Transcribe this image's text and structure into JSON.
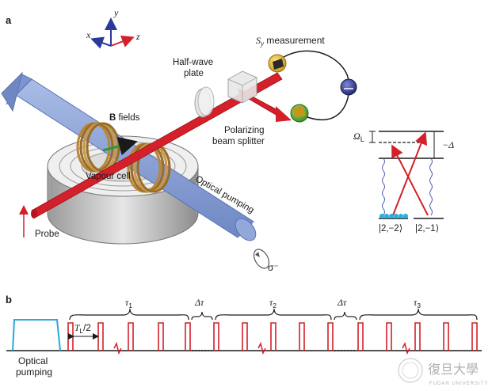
{
  "panel_a": {
    "label": "a",
    "axes": {
      "y": "y",
      "x": "x",
      "z": "z"
    },
    "sy_measurement": {
      "symbol": "S",
      "subscript": "y",
      "text": " measurement"
    },
    "half_wave_plate": [
      "Half-wave",
      "plate"
    ],
    "b_fields": {
      "bold": "B",
      "rest": " fields"
    },
    "polarizing_beam_splitter": [
      "Polarizing",
      "beam splitter"
    ],
    "vapour_cell": "Vapour cell",
    "optical_pumping": "Optical pumping",
    "probe": "Probe",
    "sigma_minus": "σ⁻",
    "levels": {
      "omega_l": "Ω",
      "omega_sub": "L",
      "minus_delta": "−Δ",
      "ket_left": "|2,−2⟩",
      "ket_right": "|2,−1⟩"
    }
  },
  "panel_b": {
    "label": "b",
    "optical_pumping": [
      "Optical",
      "pumping"
    ],
    "half_period": {
      "symbol": "T",
      "subscript": "L",
      "text": "/2"
    },
    "tau1": {
      "symbol": "τ",
      "subscript": "1"
    },
    "dtau1": "Δτ",
    "tau2": {
      "symbol": "τ",
      "subscript": "2"
    },
    "dtau2": "Δτ",
    "tau3": {
      "symbol": "τ",
      "subscript": "3"
    }
  },
  "watermark": {
    "text": "復旦大學",
    "subtext": "FUDAN UNIVERSITY"
  },
  "colors": {
    "laser": "#d4202a",
    "pump_beam": "#8fa6d8",
    "coil": "#b8863a",
    "cell_gray": "#c8c8c8",
    "pulse": "#d4202a",
    "pump_pulse": "#2aa8d8",
    "atoms": "#2ab0e0"
  }
}
